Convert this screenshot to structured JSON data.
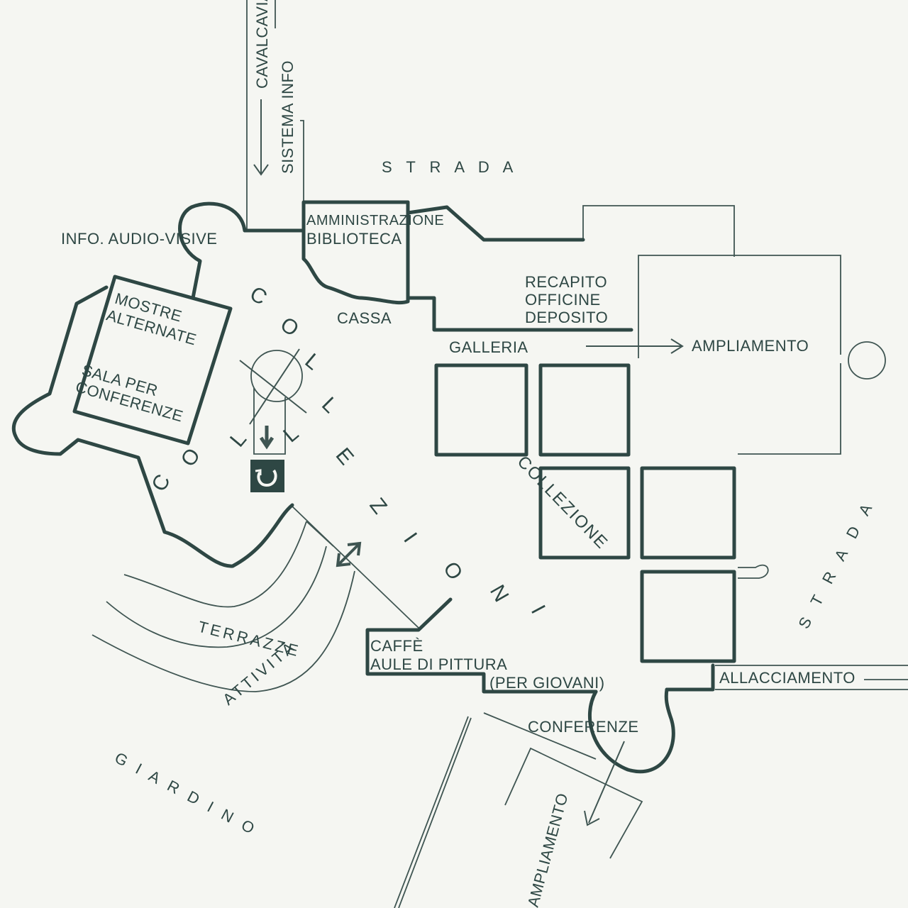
{
  "labels": {
    "cavalcavia": "CAVALCAVIA",
    "sistema_info": "SISTEMA INFO",
    "strada_top": "S T R A D A",
    "strada_right": "S T R A D A",
    "info_audio": "INFO. AUDIO-VISIVE",
    "amministrazione": "AMMINISTRAZIONE",
    "biblioteca": "BIBLIOTECA",
    "cassa": "CASSA",
    "recapito": "RECAPITO",
    "officine": "OFFICINE",
    "deposito": "DEPOSITO",
    "galleria": "GALLERIA",
    "ampliamento_east": "AMPLIAMENTO",
    "mostre": "MOSTRE",
    "alternate": "ALTERNATE",
    "sala_per": "SALA PER",
    "conferenze_room": "CONFERENZE",
    "collezione": "COLLEZIONE",
    "terrazze": "TERRAZZE",
    "attivita": "ATTIVITÀ",
    "caffe": "CAFFÈ",
    "aule": "AULE DI PITTURA",
    "per_giovani": "(PER GIOVANI)",
    "allacciamento": "ALLACCIAMENTO",
    "conferenze": "CONFERENZE",
    "giardino": "G I A R D I N O",
    "ampliamento_south": "AMPLIAMENTO"
  },
  "collezioni_letters": [
    "C",
    "O",
    "L",
    "L",
    "E",
    "Z",
    "I",
    "O",
    "N",
    "I"
  ],
  "colors": {
    "ink": "#2e4744",
    "paper": "#f5f6f2"
  }
}
